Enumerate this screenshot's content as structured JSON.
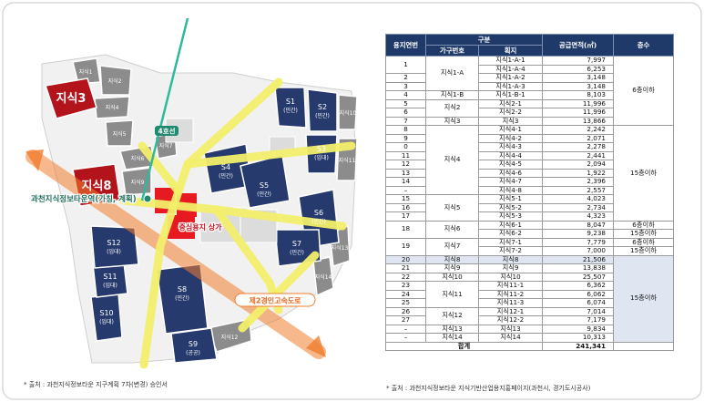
{
  "map": {
    "parcels_purple": [
      {
        "id": "S1",
        "sub": "(민간)"
      },
      {
        "id": "S2",
        "sub": "(민간)"
      },
      {
        "id": "S3",
        "sub": "(임대)"
      },
      {
        "id": "S4",
        "sub": "(민간)"
      },
      {
        "id": "S5",
        "sub": "(민간)"
      },
      {
        "id": "S6",
        "sub": "(민간)"
      },
      {
        "id": "S7",
        "sub": "(민간)"
      },
      {
        "id": "S8",
        "sub": "(민간)"
      },
      {
        "id": "S9",
        "sub": "(공공)"
      },
      {
        "id": "S10",
        "sub": "(임대)"
      },
      {
        "id": "S11",
        "sub": "(임대)"
      },
      {
        "id": "S12",
        "sub": "(임대)"
      }
    ],
    "parcels_gray": [
      "지식1",
      "지식2",
      "지식4",
      "지식5",
      "지식6",
      "지식7",
      "지식9",
      "지식10",
      "지식11",
      "지식12",
      "지식13",
      "지식14"
    ],
    "highlight_labels": [
      "지식3",
      "지식8"
    ],
    "station_label": "4호선",
    "plan_label": "과천지식정보타운역(가칭, 계획)",
    "commercial_label": "중심용지 상가",
    "road_label": "제2경인고속도로",
    "colors": {
      "purple": "#263a6e",
      "gray": "#8c8c8c",
      "red": "#b3141c",
      "yellow": "#f2ee6a",
      "orange": "#f07d2e",
      "teal": "#2fb89a"
    }
  },
  "caption_left": "* 출처 : 과천지식정보타운 지구계획 7차(변경) 승인서",
  "caption_right": "* 출처 : 과천지식정보타운 지식기반산업용지홍페이지(과천시, 경기도시공사)",
  "table": {
    "headers": {
      "lot": "용지연번",
      "group": "구분",
      "block": "가구번호",
      "parcel": "획지",
      "area": "공급면적(㎡)",
      "floors": "층수"
    },
    "rows": [
      {
        "lot": "1",
        "block": "지식1-A",
        "parcel": "지식1-A-1",
        "area": "7,997",
        "floors": "6층이하"
      },
      {
        "lot": "",
        "block": "",
        "parcel": "지식1-A-4",
        "area": "6,253",
        "floors": ""
      },
      {
        "lot": "2",
        "block": "",
        "parcel": "지식1-A-2",
        "area": "3,148",
        "floors": ""
      },
      {
        "lot": "3",
        "block": "",
        "parcel": "지식1-A-3",
        "area": "3,148",
        "floors": ""
      },
      {
        "lot": "4",
        "block": "지식1-B",
        "parcel": "지식1-B-1",
        "area": "8,103",
        "floors": ""
      },
      {
        "lot": "5",
        "block": "지식2",
        "parcel": "지식2-1",
        "area": "11,996",
        "floors": ""
      },
      {
        "lot": "6",
        "block": "",
        "parcel": "지식2-2",
        "area": "11,996",
        "floors": ""
      },
      {
        "lot": "7",
        "block": "지식3",
        "parcel": "지식3",
        "area": "13,866",
        "floors": ""
      },
      {
        "lot": "8",
        "block": "지식4",
        "parcel": "지식4-1",
        "area": "2,242",
        "floors": "15층이하"
      },
      {
        "lot": "9",
        "block": "",
        "parcel": "지식4-2",
        "area": "2,071",
        "floors": ""
      },
      {
        "lot": "0",
        "block": "",
        "parcel": "지식4-3",
        "area": "2,278",
        "floors": ""
      },
      {
        "lot": "11",
        "block": "",
        "parcel": "지식4-4",
        "area": "2,441",
        "floors": ""
      },
      {
        "lot": "12",
        "block": "",
        "parcel": "지식4-5",
        "area": "2,094",
        "floors": ""
      },
      {
        "lot": "13",
        "block": "",
        "parcel": "지식4-6",
        "area": "1,922",
        "floors": ""
      },
      {
        "lot": "14",
        "block": "",
        "parcel": "지식4-7",
        "area": "2,396",
        "floors": ""
      },
      {
        "lot": "–",
        "block": "",
        "parcel": "지식4-8",
        "area": "2,557",
        "floors": ""
      },
      {
        "lot": "15",
        "block": "지식5",
        "parcel": "지식5-1",
        "area": "4,023",
        "floors": ""
      },
      {
        "lot": "16",
        "block": "",
        "parcel": "지식5-2",
        "area": "2,734",
        "floors": ""
      },
      {
        "lot": "17",
        "block": "",
        "parcel": "지식5-3",
        "area": "4,323",
        "floors": ""
      },
      {
        "lot": "18",
        "block": "지식6",
        "parcel": "지식6-1",
        "area": "8,047",
        "floors": "6층이하"
      },
      {
        "lot": "",
        "block": "",
        "parcel": "지식6-2",
        "area": "9,238",
        "floors": "15층이하"
      },
      {
        "lot": "19",
        "block": "지식7",
        "parcel": "지식7-1",
        "area": "7,779",
        "floors": "6층이하"
      },
      {
        "lot": "",
        "block": "",
        "parcel": "지식7-2",
        "area": "7,000",
        "floors": "15층이하"
      },
      {
        "lot": "20",
        "block": "지식8",
        "parcel": "지식8",
        "area": "21,506",
        "floors": "15층이하"
      },
      {
        "lot": "21",
        "block": "지식9",
        "parcel": "지식9",
        "area": "13,838",
        "floors": ""
      },
      {
        "lot": "22",
        "block": "지식10",
        "parcel": "지식10",
        "area": "25,507",
        "floors": ""
      },
      {
        "lot": "23",
        "block": "지식11",
        "parcel": "지식11-1",
        "area": "6,362",
        "floors": ""
      },
      {
        "lot": "24",
        "block": "",
        "parcel": "지식11-2",
        "area": "6,062",
        "floors": ""
      },
      {
        "lot": "25",
        "block": "",
        "parcel": "지식11-3",
        "area": "6,074",
        "floors": ""
      },
      {
        "lot": "26",
        "block": "지식12",
        "parcel": "지식12-1",
        "area": "7,014",
        "floors": ""
      },
      {
        "lot": "27",
        "block": "",
        "parcel": "지식12-2",
        "area": "7,179",
        "floors": ""
      },
      {
        "lot": "–",
        "block": "지식13",
        "parcel": "지식13",
        "area": "9,834",
        "floors": ""
      },
      {
        "lot": "–",
        "block": "지식14",
        "parcel": "지식14",
        "area": "10,313",
        "floors": ""
      }
    ],
    "total_label": "합계",
    "total_area": "241,341"
  }
}
